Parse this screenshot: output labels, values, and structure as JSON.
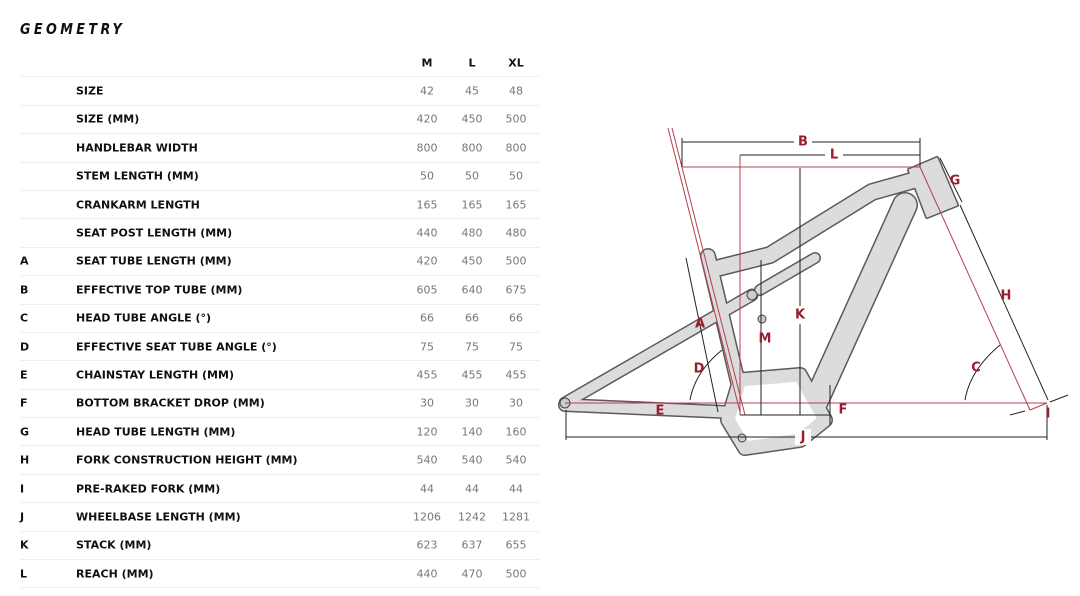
{
  "title": "GEOMETRY",
  "columns": [
    "M",
    "L",
    "XL"
  ],
  "rows": [
    {
      "letter": "",
      "label": "SIZE",
      "values": [
        "42",
        "45",
        "48"
      ]
    },
    {
      "letter": "",
      "label": "SIZE (MM)",
      "values": [
        "420",
        "450",
        "500"
      ]
    },
    {
      "letter": "",
      "label": "HANDLEBAR WIDTH",
      "values": [
        "800",
        "800",
        "800"
      ]
    },
    {
      "letter": "",
      "label": "STEM LENGTH (MM)",
      "values": [
        "50",
        "50",
        "50"
      ]
    },
    {
      "letter": "",
      "label": "CRANKARM LENGTH",
      "values": [
        "165",
        "165",
        "165"
      ]
    },
    {
      "letter": "",
      "label": "SEAT POST LENGTH (MM)",
      "values": [
        "440",
        "480",
        "480"
      ]
    },
    {
      "letter": "A",
      "label": "SEAT TUBE LENGTH (MM)",
      "values": [
        "420",
        "450",
        "500"
      ]
    },
    {
      "letter": "B",
      "label": "EFFECTIVE TOP TUBE (MM)",
      "values": [
        "605",
        "640",
        "675"
      ]
    },
    {
      "letter": "C",
      "label": "HEAD TUBE ANGLE (°)",
      "values": [
        "66",
        "66",
        "66"
      ]
    },
    {
      "letter": "D",
      "label": "EFFECTIVE SEAT TUBE ANGLE (°)",
      "values": [
        "75",
        "75",
        "75"
      ]
    },
    {
      "letter": "E",
      "label": "CHAINSTAY LENGTH (MM)",
      "values": [
        "455",
        "455",
        "455"
      ]
    },
    {
      "letter": "F",
      "label": "BOTTOM BRACKET DROP (MM)",
      "values": [
        "30",
        "30",
        "30"
      ]
    },
    {
      "letter": "G",
      "label": "HEAD TUBE LENGTH (MM)",
      "values": [
        "120",
        "140",
        "160"
      ]
    },
    {
      "letter": "H",
      "label": "FORK CONSTRUCTION HEIGHT (MM)",
      "values": [
        "540",
        "540",
        "540"
      ]
    },
    {
      "letter": "I",
      "label": "PRE-RAKED FORK (MM)",
      "values": [
        "44",
        "44",
        "44"
      ]
    },
    {
      "letter": "J",
      "label": "WHEELBASE LENGTH (MM)",
      "values": [
        "1206",
        "1242",
        "1281"
      ]
    },
    {
      "letter": "K",
      "label": "STACK (MM)",
      "values": [
        "623",
        "637",
        "655"
      ]
    },
    {
      "letter": "L",
      "label": "REACH (MM)",
      "values": [
        "440",
        "470",
        "500"
      ]
    }
  ],
  "diagram_labels": {
    "A": "A",
    "B": "B",
    "C": "C",
    "D": "D",
    "E": "E",
    "F": "F",
    "G": "G",
    "H": "H",
    "I": "I",
    "J": "J",
    "K": "K",
    "L": "L",
    "M": "M"
  },
  "colors": {
    "accent": "#9b1b30",
    "frame": "#d9d9d9",
    "outline": "#555555"
  }
}
